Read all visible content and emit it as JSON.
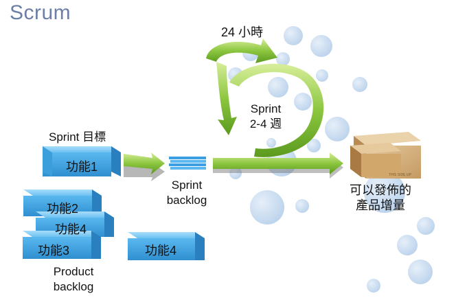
{
  "title": "Scrum",
  "cycle_24h": "24 小時",
  "sprint_cycle": {
    "line1": "Sprint",
    "line2": "2-4 週"
  },
  "sprint_goal": "Sprint 目標",
  "sprint_goal_item": "功能1",
  "sprint_backlog": {
    "line1": "Sprint",
    "line2": "backlog"
  },
  "product_backlog_items": [
    "功能2",
    "功能4",
    "功能3",
    "功能4"
  ],
  "product_backlog": {
    "line1": "Product",
    "line2": "backlog"
  },
  "increment": {
    "line1": "可以發佈的",
    "line2": "產品增量"
  },
  "box_stamp": "THIS SIDE UP",
  "colors": {
    "title": "#6c7fa6",
    "box": "#4aaee6",
    "arrow": "#8cc63f",
    "bubble": "#cfe0f1"
  }
}
